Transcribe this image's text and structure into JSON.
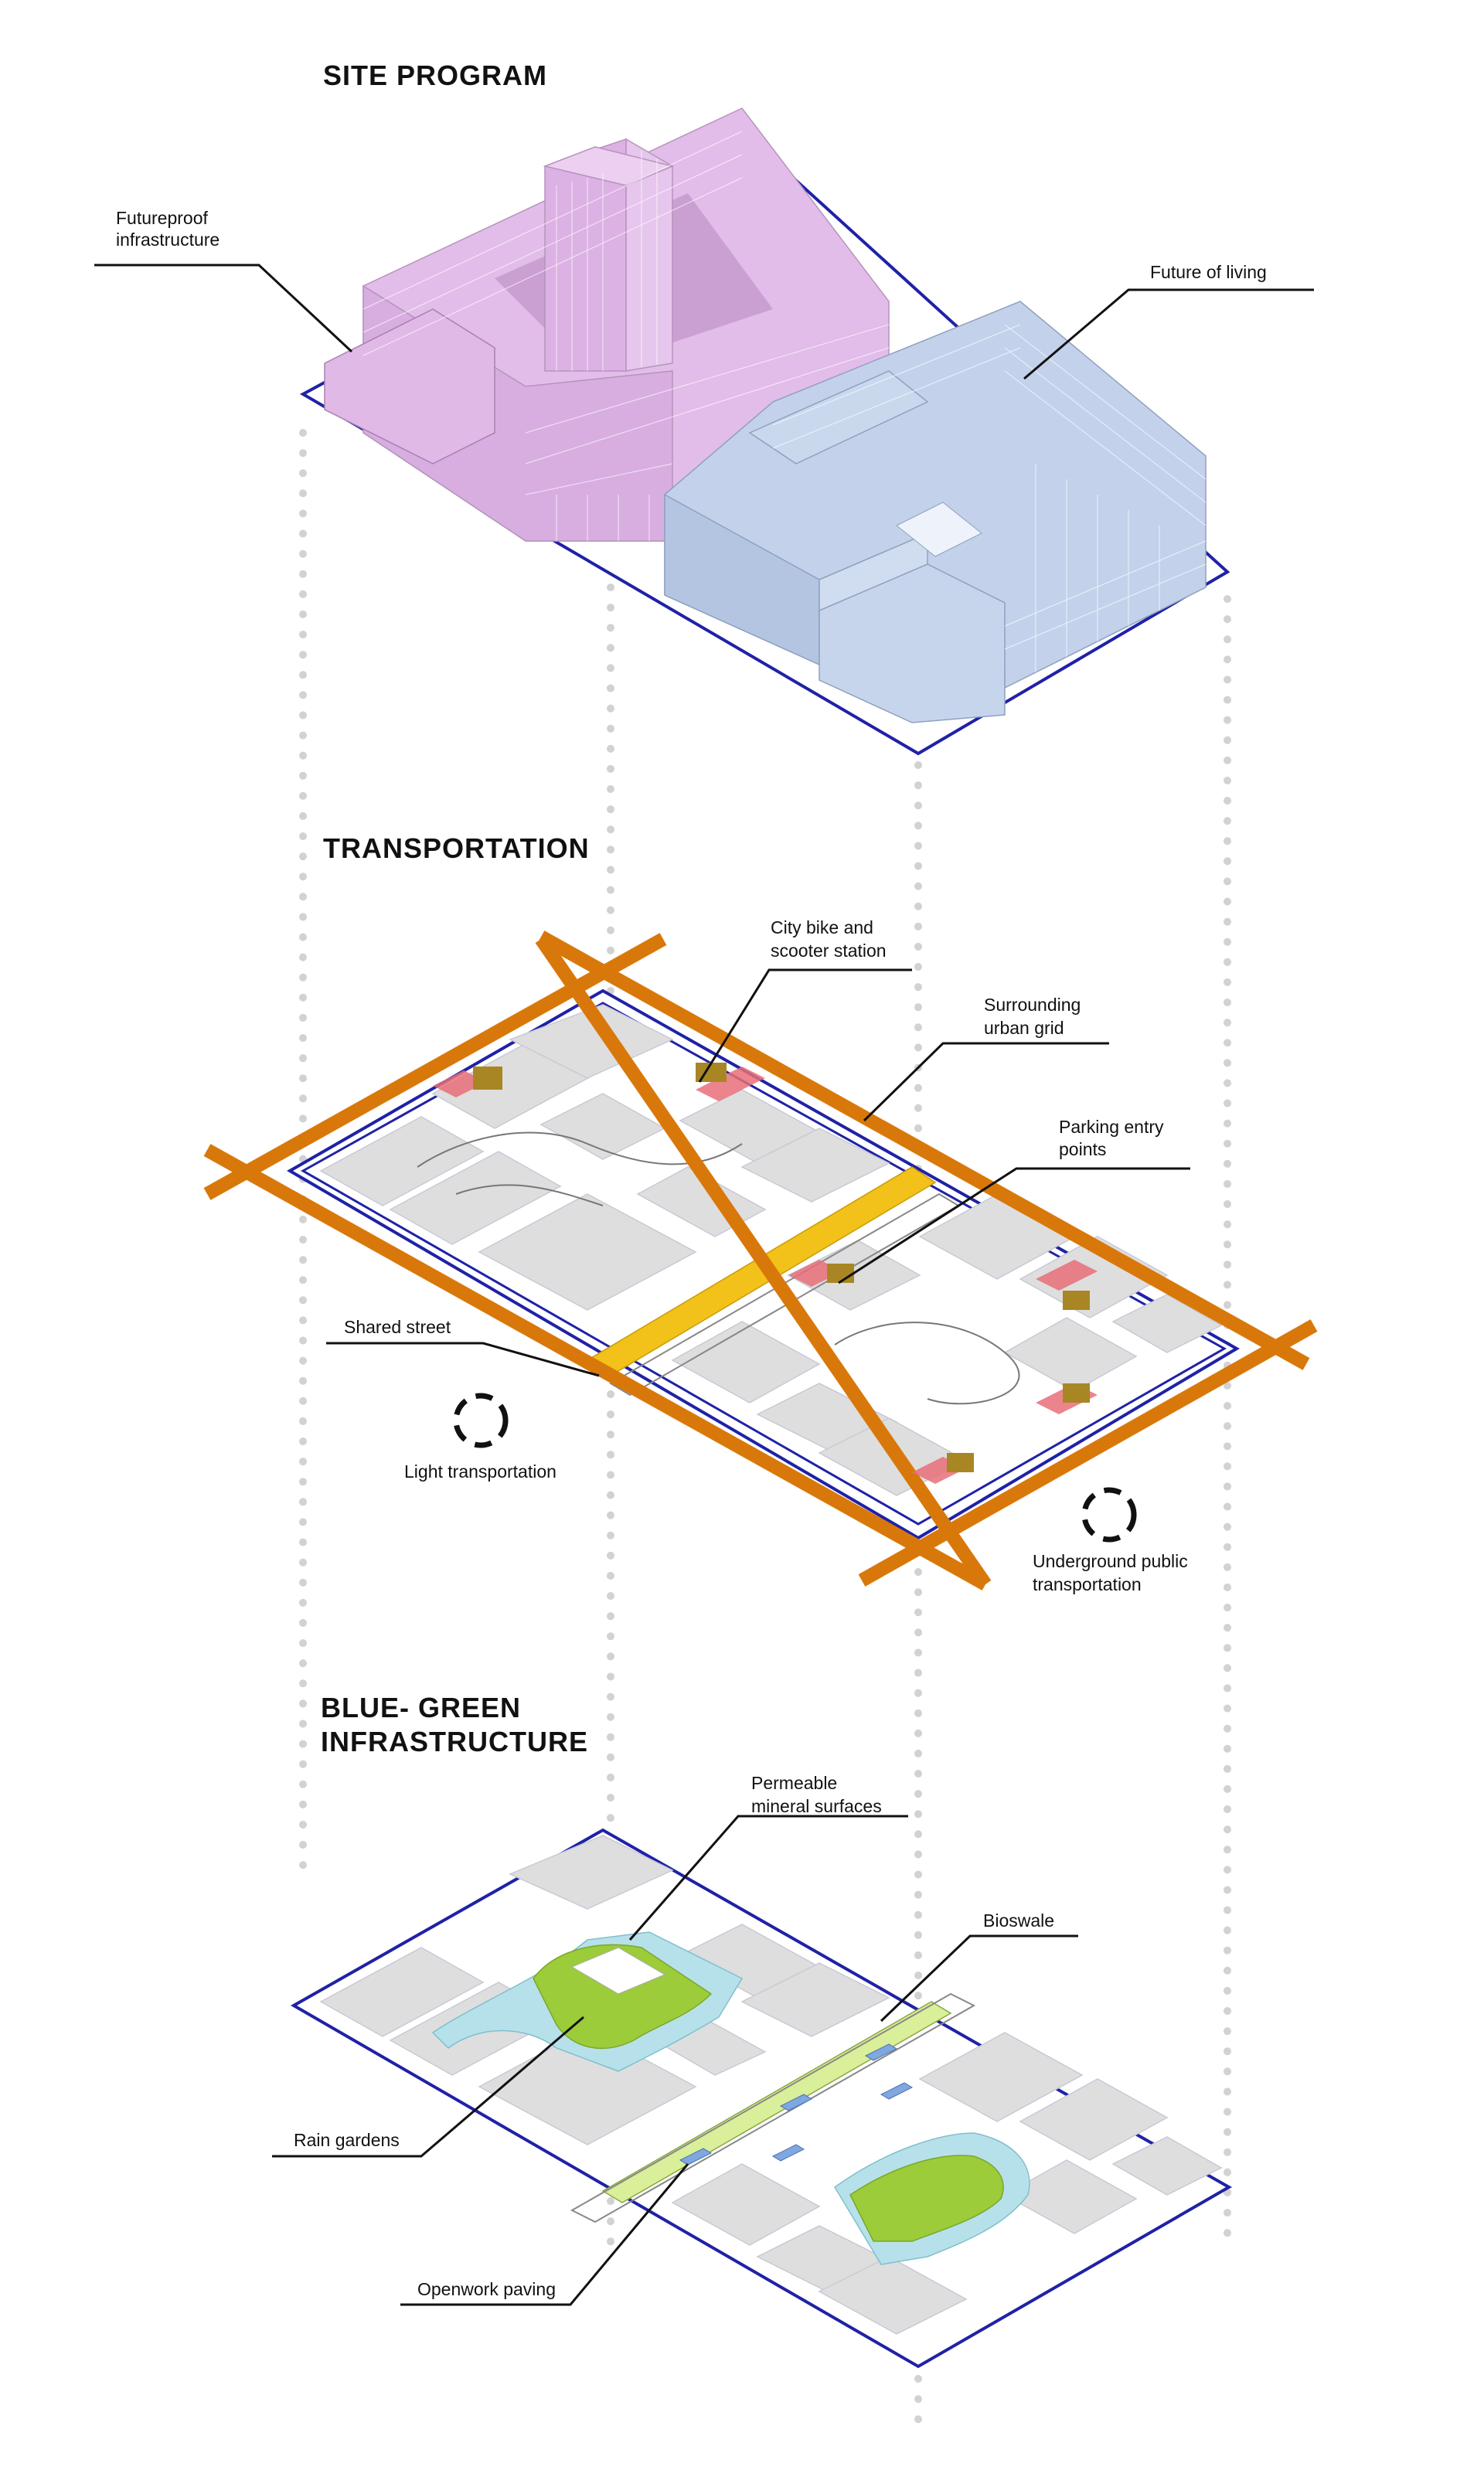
{
  "sections": {
    "site_program": {
      "title": "SITE PROGRAM",
      "labels": {
        "futureproof": [
          "Futureproof",
          "infrastructure"
        ],
        "future_living": [
          "Future of living"
        ]
      }
    },
    "transportation": {
      "title": "TRANSPORTATION",
      "labels": {
        "bike": [
          "City bike and",
          "scooter station"
        ],
        "grid": [
          "Surrounding",
          "urban grid"
        ],
        "parking": [
          "Parking entry",
          "points"
        ],
        "shared": [
          "Shared street"
        ],
        "light": [
          "Light transportation"
        ],
        "underground": [
          "Underground public",
          "transportation"
        ]
      }
    },
    "blue_green": {
      "title": [
        "BLUE- GREEN",
        "INFRASTRUCTURE"
      ],
      "labels": {
        "permeable": [
          "Permeable",
          "mineral surfaces"
        ],
        "bioswale": [
          "Bioswale"
        ],
        "rain": [
          "Rain gardens"
        ],
        "openwork": [
          "Openwork paving"
        ]
      }
    }
  },
  "colors": {
    "site_outline": "#1f22a6",
    "pink_building": "#e2bde9",
    "blue_building": "#c3d2ea",
    "road": "#d9780a",
    "shared_street": "#f2c21a",
    "parking": "#e86f78",
    "bike_station": "#a98624",
    "green": "#9ccc3a",
    "water": "#b7e1ea",
    "block": "#dedede"
  }
}
